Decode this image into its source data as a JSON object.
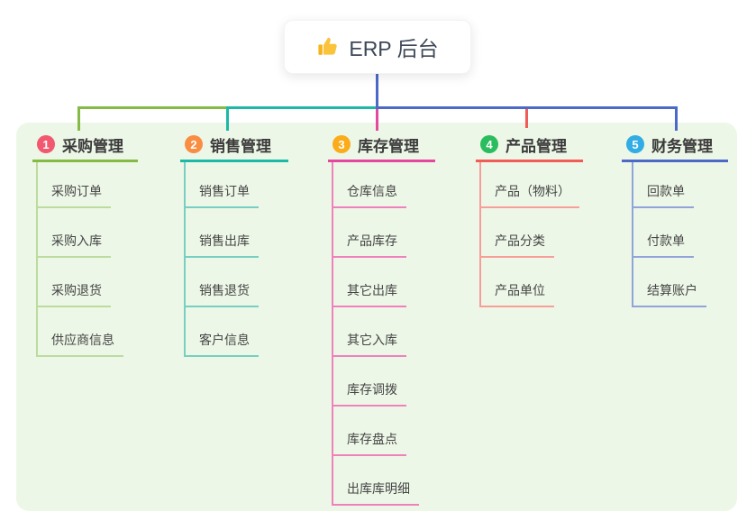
{
  "root": {
    "label": "ERP 后台",
    "icon": "thumbs-up"
  },
  "canvas": {
    "bg": "#ffffff",
    "panel_bg": "#edf7e7"
  },
  "branches": [
    {
      "num": "1",
      "label": "采购管理",
      "badge_color": "#f2586f",
      "line_color": "#85ba47",
      "child_line_color": "#bcdc9e",
      "children": [
        "采购订单",
        "采购入库",
        "采购退货",
        "供应商信息"
      ]
    },
    {
      "num": "2",
      "label": "销售管理",
      "badge_color": "#f98e43",
      "line_color": "#1db9a7",
      "child_line_color": "#76cfc2",
      "children": [
        "销售订单",
        "销售出库",
        "销售退货",
        "客户信息"
      ]
    },
    {
      "num": "3",
      "label": "库存管理",
      "badge_color": "#fbac1b",
      "line_color": "#e5489e",
      "child_line_color": "#ef82bc",
      "children": [
        "仓库信息",
        "产品库存",
        "其它出库",
        "其它入库",
        "库存调拨",
        "库存盘点",
        "出库库明细"
      ]
    },
    {
      "num": "4",
      "label": "产品管理",
      "badge_color": "#2abd5e",
      "line_color": "#f15b58",
      "child_line_color": "#f79e98",
      "children": [
        "产品（物料）",
        "产品分类",
        "产品单位"
      ]
    },
    {
      "num": "5",
      "label": "财务管理",
      "badge_color": "#32ace4",
      "line_color": "#4c69c8",
      "child_line_color": "#90a4da",
      "children": [
        "回款单",
        "付款单",
        "结算账户"
      ]
    }
  ]
}
